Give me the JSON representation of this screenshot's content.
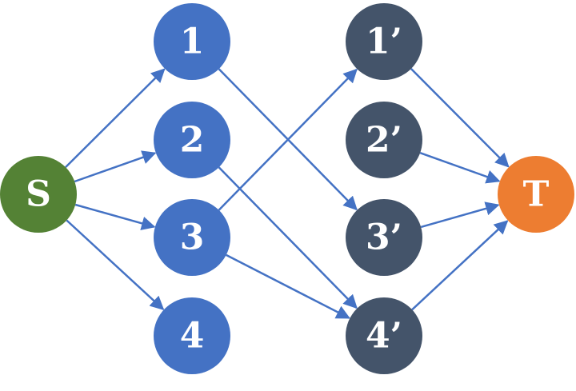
{
  "nodes": [
    {
      "id": "S",
      "label": "S",
      "color": "#548235"
    },
    {
      "id": "1",
      "label": "1",
      "color": "#4472C4"
    },
    {
      "id": "2",
      "label": "2",
      "color": "#4472C4"
    },
    {
      "id": "3",
      "label": "3",
      "color": "#4472C4"
    },
    {
      "id": "4",
      "label": "4",
      "color": "#4472C4"
    },
    {
      "id": "1p",
      "label": "1’",
      "color": "#44546A"
    },
    {
      "id": "2p",
      "label": "2’",
      "color": "#44546A"
    },
    {
      "id": "3p",
      "label": "3’",
      "color": "#44546A"
    },
    {
      "id": "4p",
      "label": "4’",
      "color": "#44546A"
    },
    {
      "id": "T",
      "label": "T",
      "color": "#ED7D31"
    }
  ],
  "edges": [
    {
      "from": "S",
      "to": "1"
    },
    {
      "from": "S",
      "to": "2"
    },
    {
      "from": "S",
      "to": "3"
    },
    {
      "from": "S",
      "to": "4"
    },
    {
      "from": "1",
      "to": "3p"
    },
    {
      "from": "2",
      "to": "4p"
    },
    {
      "from": "3",
      "to": "1p"
    },
    {
      "from": "3",
      "to": "4p"
    },
    {
      "from": "1p",
      "to": "T"
    },
    {
      "from": "2p",
      "to": "T"
    },
    {
      "from": "3p",
      "to": "T"
    },
    {
      "from": "4p",
      "to": "T"
    }
  ],
  "edge_color": "#4472C4"
}
